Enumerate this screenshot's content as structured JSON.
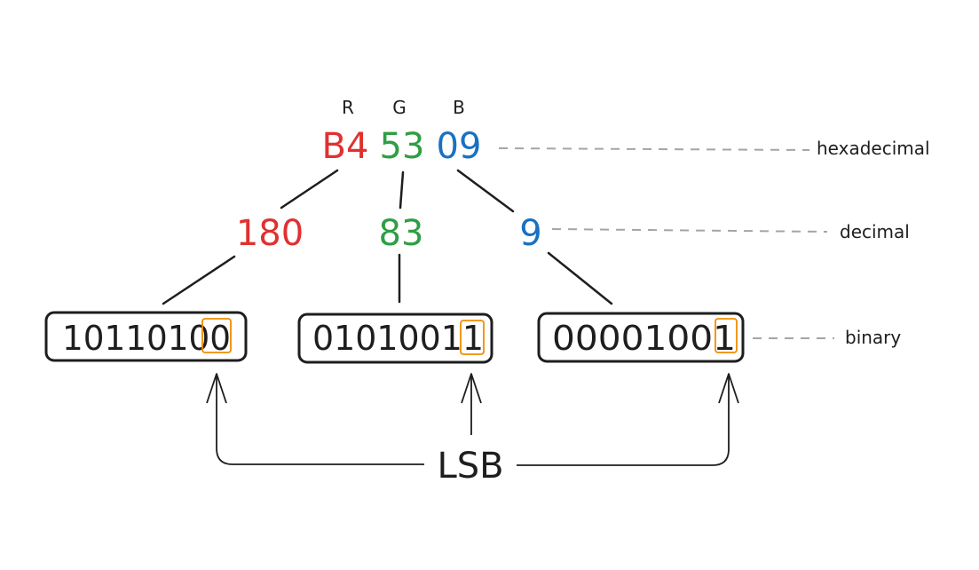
{
  "channels": [
    {
      "letter": "R",
      "hex": "B4",
      "decimal": "180",
      "binary": "10110100",
      "color": "#e03131"
    },
    {
      "letter": "G",
      "hex": "53",
      "decimal": "83",
      "binary": "01010011",
      "color": "#2f9e44"
    },
    {
      "letter": "B",
      "hex": "09",
      "decimal": "9",
      "binary": "00001001",
      "color": "#1971c2"
    }
  ],
  "labels": {
    "hexadecimal": "hexadecimal",
    "decimal": "decimal",
    "binary": "binary",
    "lsb": "LSB"
  },
  "colors": {
    "ink": "#1e1e1e",
    "dash": "#a5a5a5",
    "lsb_highlight": "#f08c00"
  }
}
